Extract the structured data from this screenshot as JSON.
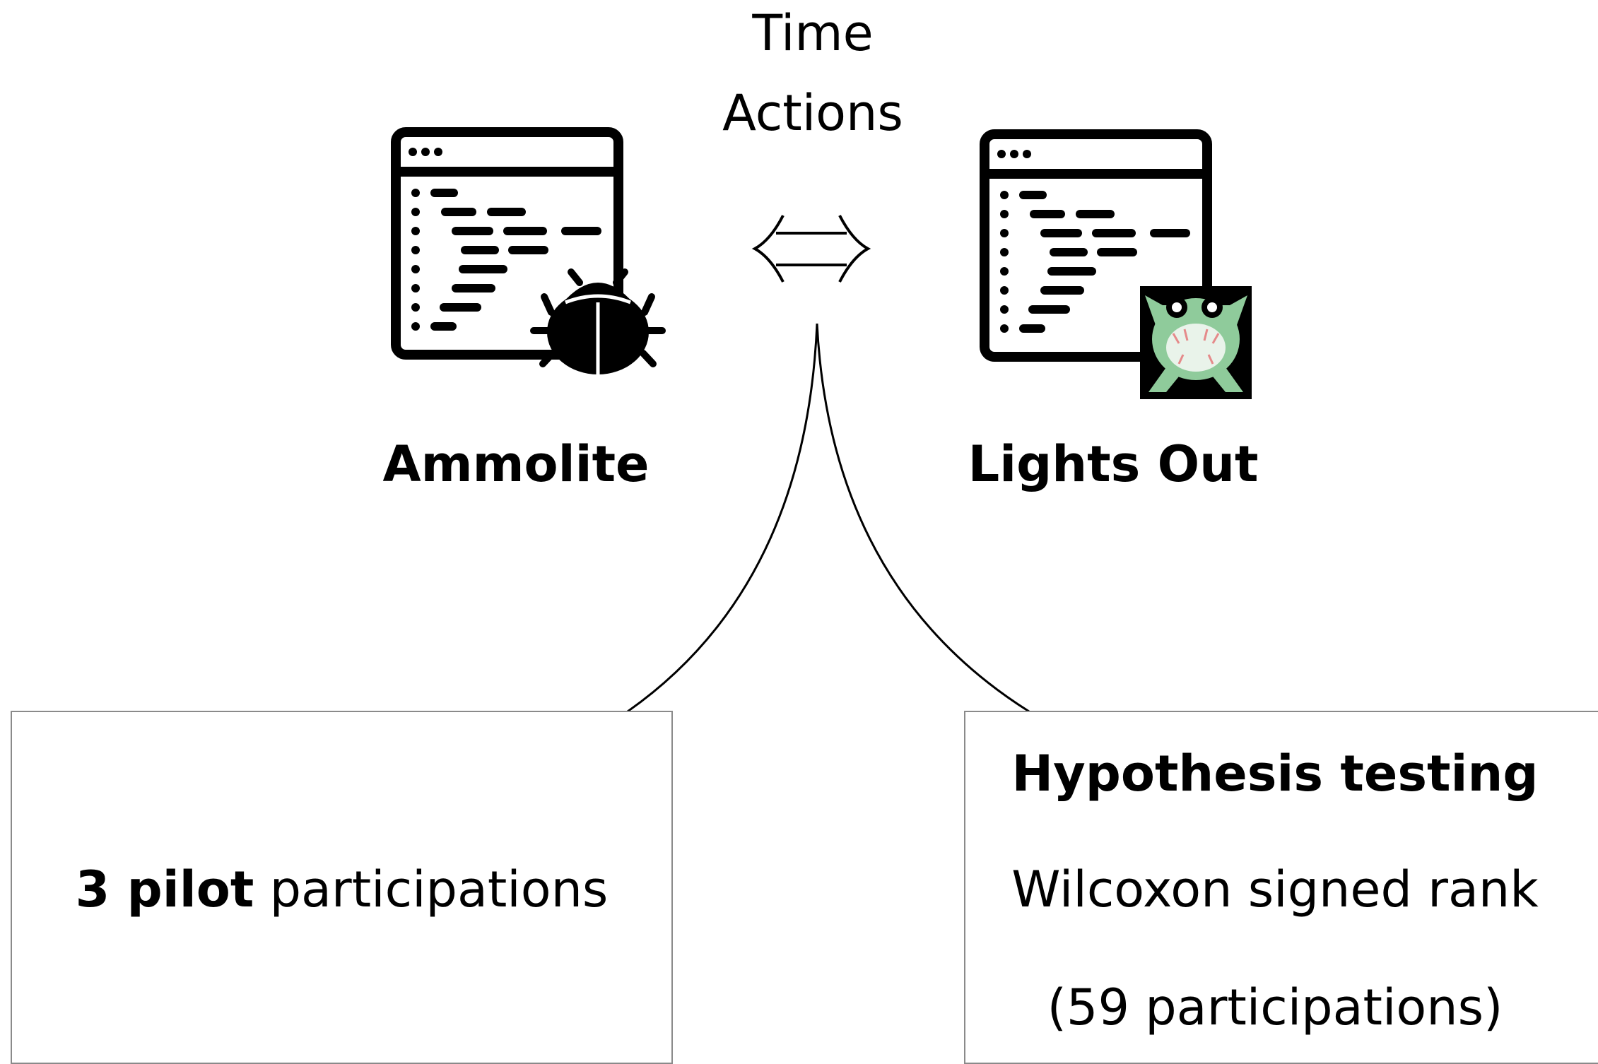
{
  "metrics": {
    "time": "Time",
    "actions": "Actions"
  },
  "tools": {
    "left": {
      "name": "Ammolite",
      "icon": "code-editor-bug-icon"
    },
    "right": {
      "name": "Lights Out",
      "icon": "code-editor-monster-icon"
    }
  },
  "comparison_symbol": "⇔",
  "pilot_box": {
    "count": "3 pilot",
    "rest": " participations"
  },
  "testing_box": {
    "title": "Hypothesis testing",
    "method": "Wilcoxon signed rank",
    "participants": "(59 participations)"
  },
  "colors": {
    "monster_green": "#8fcb9b",
    "monster_bg": "#000000",
    "box_border": "#8a8a8a"
  }
}
